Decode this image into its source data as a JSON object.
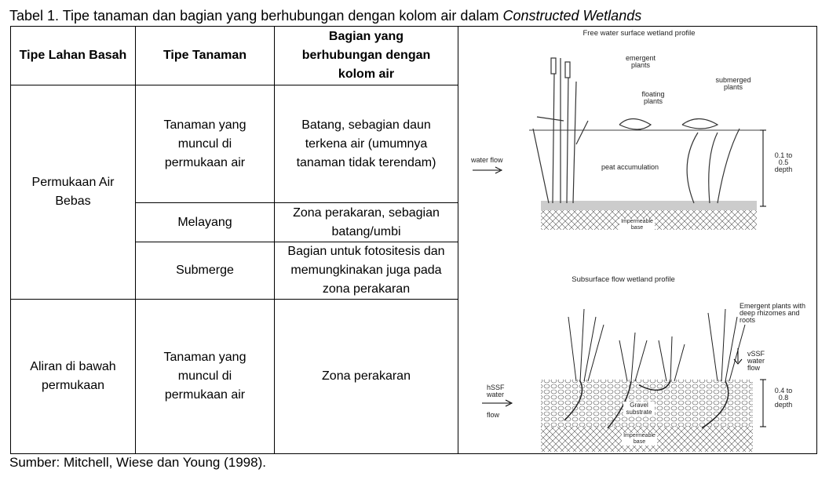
{
  "caption": {
    "text": "Tabel 1. Tipe tanaman dan bagian yang berhubungan dengan kolom air dalam ",
    "italic": "Constructed Wetlands"
  },
  "headers": [
    "Tipe Lahan Basah",
    "Tipe Tanaman",
    "Bagian yang berhubungan dengan kolom air"
  ],
  "rows": [
    {
      "wetland": "Permukaan Air Bebas",
      "plants": [
        {
          "type": "Tanaman yang muncul di permukaan air",
          "part": "Batang, sebagian daun terkena air (umumnya tanaman tidak terendam)"
        },
        {
          "type": "Melayang",
          "part": "Zona perakaran, sebagian batang/umbi"
        },
        {
          "type": "Submerge",
          "part": "Bagian untuk fotositesis dan memungkinakan juga pada zona perakaran"
        }
      ]
    },
    {
      "wetland": "Aliran di bawah permukaan",
      "plants": [
        {
          "type": "Tanaman yang muncul di permukaan air",
          "part": "Zona perakaran"
        }
      ]
    }
  ],
  "figure": {
    "top": {
      "title": "Free water surface wetland profile",
      "emergent": "emergent plants",
      "floating": "floating plants",
      "submerged": "submerged plants",
      "flow": "water flow",
      "peat": "peat accumulation",
      "base": "Impermeable base",
      "depth": "0.1 to 0.5 depth"
    },
    "bottom": {
      "title": "Subsurface flow wetland profile",
      "emergent": "Emergent plants with deep rhizomes and roots",
      "vflow": "vSSF water flow",
      "hflow1": "hSSF water",
      "hflow2": "flow",
      "gravel": "Gravel substrate",
      "base": "Impermeable base",
      "depth": "0.4 to 0.8 depth"
    }
  },
  "source": "Sumber: Mitchell, Wiese dan Young (1998)."
}
